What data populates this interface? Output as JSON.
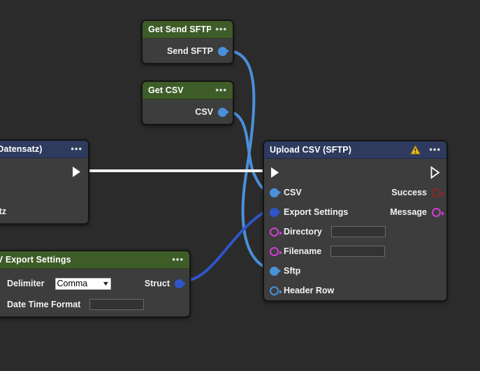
{
  "app": {
    "canvas_background": "#2b2b2b",
    "node_body_color": "#3d3d3d",
    "header_green": "#3e5c28",
    "header_blue": "#2e3a5e",
    "wire_exec_color": "#ffffff",
    "wire_data_blue": "#4a90d9",
    "wire_data_deepblue": "#2f55c8"
  },
  "nodes": {
    "get_send_sftp": {
      "title": "Get Send SFTP",
      "menu": "•••",
      "outputs": [
        {
          "label": "Send SFTP",
          "pin": "blue-fill"
        }
      ]
    },
    "get_csv": {
      "title": "Get CSV",
      "menu": "•••",
      "outputs": [
        {
          "label": "CSV",
          "pin": "blue-fill"
        }
      ]
    },
    "csv_datensatz": {
      "title": "SV (CsvDatensatz)",
      "title_full": "Make CSV (CsvDatensatz)",
      "menu": "•••",
      "rows": [
        {
          "label": "Datensatz",
          "pin": "none"
        }
      ]
    },
    "export_settings": {
      "title": "ke CSV Export Settings",
      "title_full": "Make CSV Export Settings",
      "menu": "•••",
      "fields": [
        {
          "label": "Delimiter",
          "widget": "select",
          "value": "Comma",
          "caret": "⌄"
        },
        {
          "label": "Date Time Format",
          "widget": "text",
          "value": ""
        }
      ],
      "outputs": [
        {
          "label": "Struct",
          "pin": "deepblue-fill"
        }
      ]
    },
    "upload_csv": {
      "title": "Upload CSV (SFTP)",
      "menu": "•••",
      "warning_icon": "warning-triangle-icon",
      "exec_in": "exec-in-arrow",
      "exec_out": "exec-out-arrow",
      "inputs": [
        {
          "label": "CSV",
          "pin": "blue-fill",
          "widget": "none"
        },
        {
          "label": "Export Settings",
          "pin": "deepblue-fill",
          "widget": "none"
        },
        {
          "label": "Directory",
          "pin": "magenta-ring",
          "widget": "text",
          "value": ""
        },
        {
          "label": "Filename",
          "pin": "magenta-ring",
          "widget": "text",
          "value": ""
        },
        {
          "label": "Sftp",
          "pin": "blue-fill",
          "widget": "none"
        },
        {
          "label": "Header Row",
          "pin": "blue-ring",
          "widget": "none"
        }
      ],
      "outputs": [
        {
          "label": "Success",
          "pin": "darkred-ring"
        },
        {
          "label": "Message",
          "pin": "magenta-ring"
        }
      ]
    }
  }
}
